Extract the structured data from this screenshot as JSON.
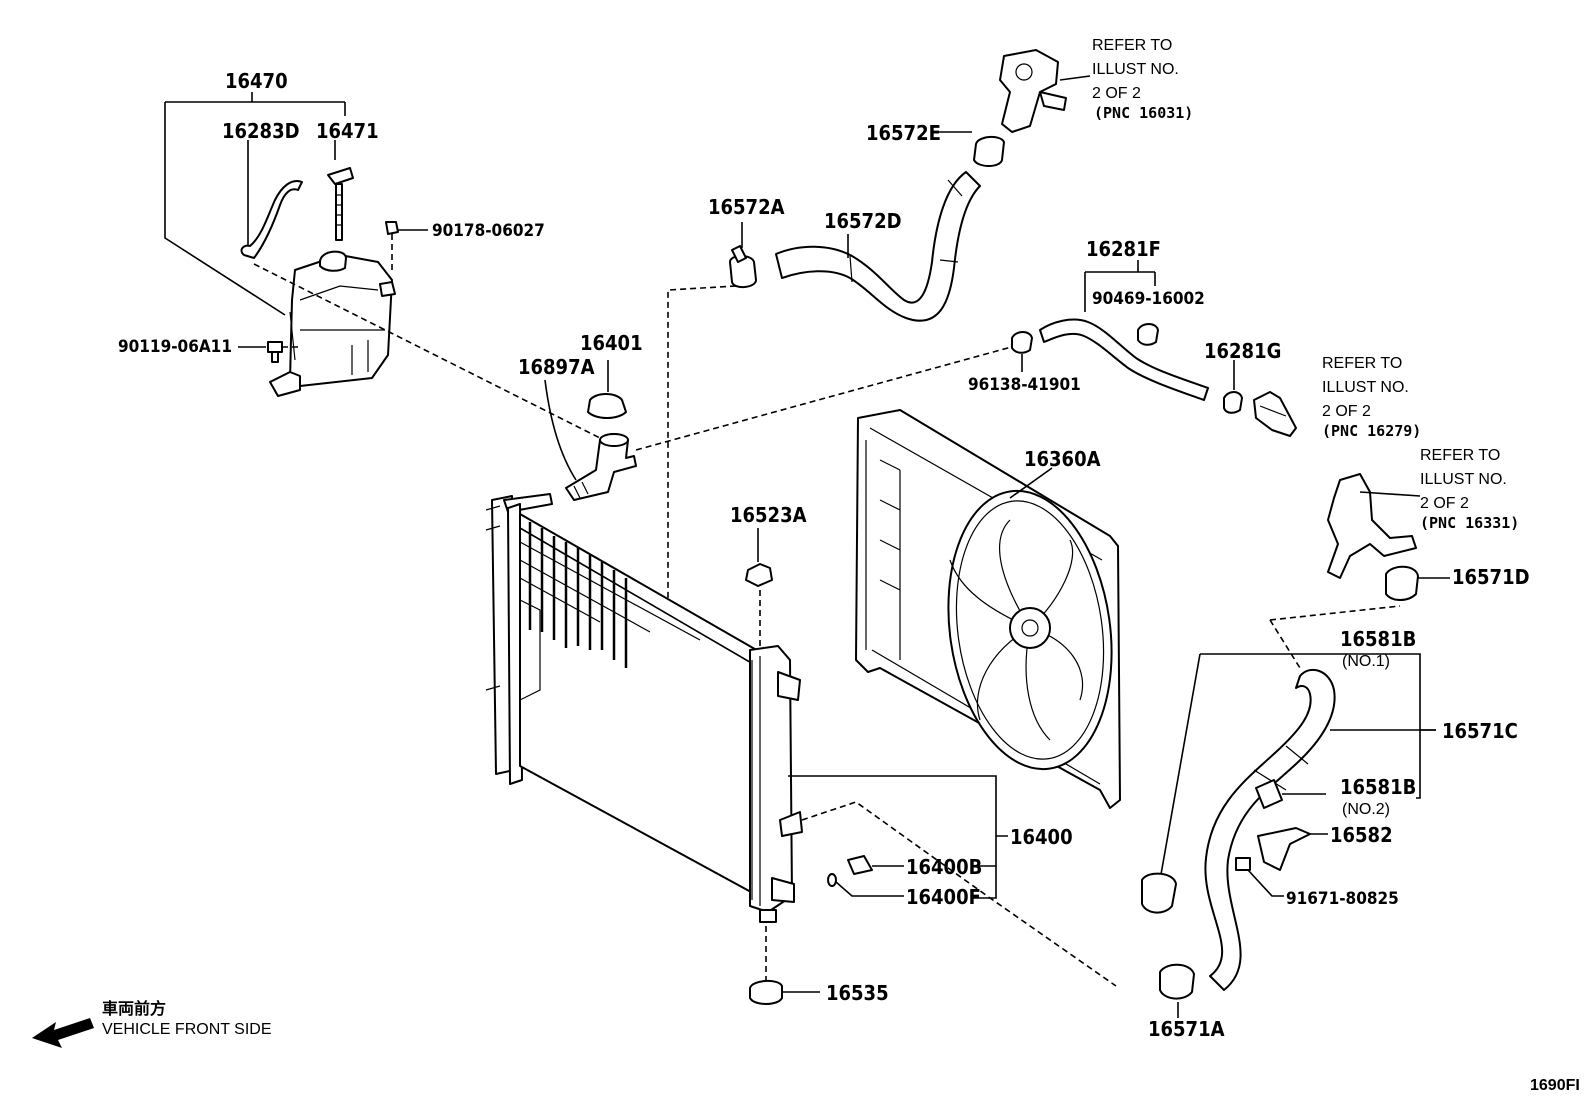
{
  "diagram": {
    "code": "1690FI",
    "parts": {
      "p16470": "16470",
      "p16283D": "16283D",
      "p16471": "16471",
      "p90178": "90178-06027",
      "p90119": "90119-06A11",
      "p16401": "16401",
      "p16897A": "16897A",
      "p16572A": "16572A",
      "p16572D": "16572D",
      "p16572E": "16572E",
      "p16281F": "16281F",
      "p90469": "90469-16002",
      "p16281G": "16281G",
      "p96138": "96138-41901",
      "p16360A": "16360A",
      "p16523A": "16523A",
      "p16571D": "16571D",
      "p16581B_1": "16581B",
      "p16581B_2": "16581B",
      "p16571C": "16571C",
      "p16582": "16582",
      "p91671": "91671-80825",
      "p16400": "16400",
      "p16400B": "16400B",
      "p16400F": "16400F",
      "p16535": "16535",
      "p16571A": "16571A"
    },
    "sublabels": {
      "no1": "(NO.1)",
      "no2": "(NO.2)"
    },
    "refs": {
      "r1": {
        "line1": "REFER TO",
        "line2": "ILLUST NO.",
        "line3": "2 OF 2",
        "line4": "(PNC 16031)"
      },
      "r2": {
        "line1": "REFER TO",
        "line2": "ILLUST NO.",
        "line3": "2 OF 2",
        "line4": "(PNC 16279)"
      },
      "r3": {
        "line1": "REFER TO",
        "line2": "ILLUST NO.",
        "line3": "2 OF 2",
        "line4": "(PNC 16331)"
      }
    },
    "front": {
      "jp": "車両前方",
      "en": "VEHICLE FRONT SIDE"
    }
  }
}
